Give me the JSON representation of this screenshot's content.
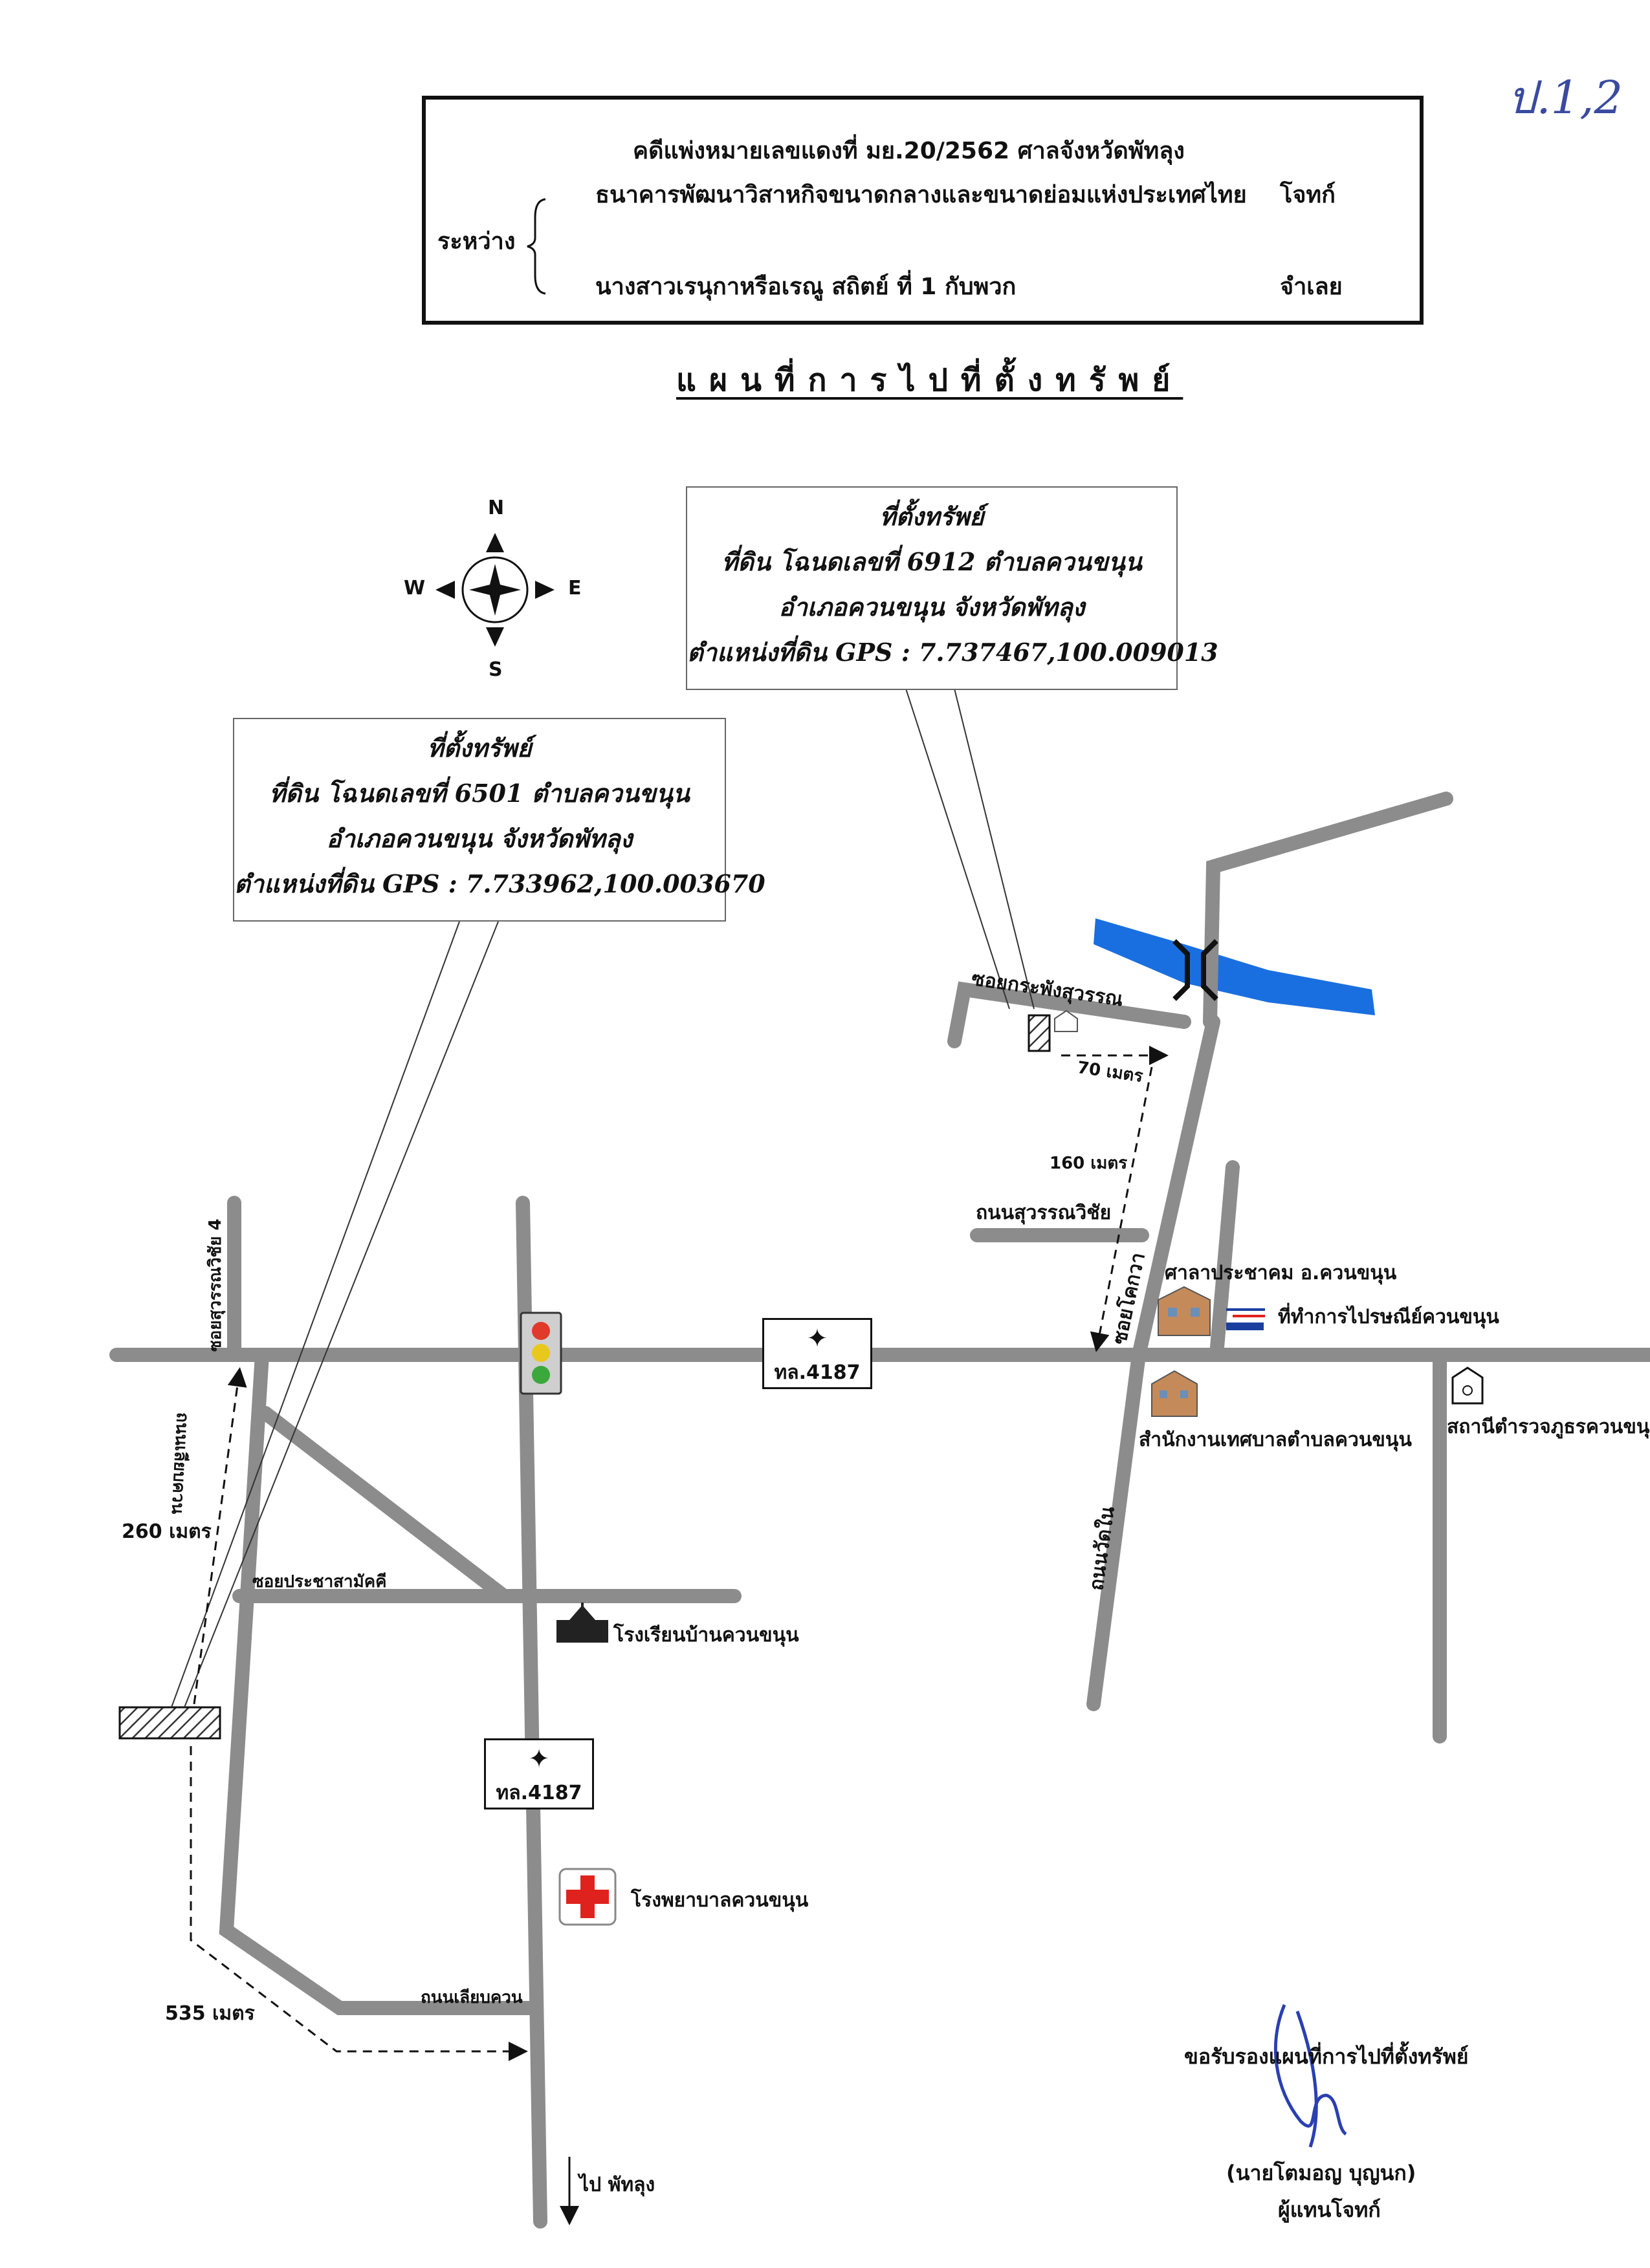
{
  "page_number": "ป.1,2",
  "header": {
    "case_line": "คดีแพ่งหมายเลขแดงที่  มย.20/2562   ศาลจังหวัดพัทลุง",
    "between_label": "ระหว่าง",
    "plaintiff_name": "ธนาคารพัฒนาวิสาหกิจขนาดกลางและขนาดย่อมแห่งประเทศไทย",
    "plaintiff_role": "โจทก์",
    "defendant_name": "นางสาวเรนุกาหรือเรณู  สถิตย์  ที่  1  กับพวก",
    "defendant_role": "จำเลย"
  },
  "map_title": "แผนที่การไปที่ตั้งทรัพย์",
  "compass": {
    "n": "N",
    "s": "S",
    "e": "E",
    "w": "W"
  },
  "callouts": {
    "plot_6912": {
      "line1": "ที่ตั้งทรัพย์",
      "line2": "ที่ดิน โฉนดเลขที่  6912  ตำบลควนขนุน",
      "line3": "อำเภอควนขนุน จังหวัดพัทลุง",
      "line4": "ตำแหน่งที่ดิน GPS : 7.737467,100.009013"
    },
    "plot_6501": {
      "line1": "ที่ตั้งทรัพย์",
      "line2": "ที่ดิน โฉนดเลขที่  6501  ตำบลควนขนุน",
      "line3": "อำเภอควนขนุน จังหวัดพัทลุง",
      "line4": "ตำแหน่งที่ดิน GPS : 7.733962,100.003670"
    }
  },
  "roads": {
    "soi_krapong": "ซอยกระพังสุวรรณ",
    "thanon_suwanwichai": "ถนนสุวรรณวิชัย",
    "soi_suwanwichai_4": "ซอยสุวรรณวิชัย 4",
    "soi_khokwa": "ซอยโคกวา",
    "thanon_wat_nai": "ถนนวัดใน",
    "thanon_liab_khuan_v": "ถนนเลียบควน",
    "soi_pracha_samakkhi": "ซอยประชาสามัคคี",
    "thanon_liab_khuan_h": "ถนนเลียบควน",
    "highway_sign_1": "ทล.4187",
    "highway_sign_2": "ทล.4187",
    "to_phatthalung": "ไป พัทลุง"
  },
  "distances": {
    "d70": "70 เมตร",
    "d160": "160 เมตร",
    "d260": "260 เมตร",
    "d535": "535 เมตร"
  },
  "landmarks": {
    "community_hall": "ศาลาประชาคม อ.ควนขนุน",
    "post_office": "ที่ทำการไปรษณีย์ควนขนุน",
    "municipal_office": "สำนักงานเทศบาลตำบลควนขนุน",
    "police_station": "สถานีตำรวจภูธรควนขนุน",
    "school": "โรงเรียนบ้านควนขนุน",
    "hospital": "โรงพยาบาลควนขนุน"
  },
  "signature": {
    "certify": "ขอรับรองแผนที่การไปที่ตั้งทรัพย์",
    "name": "(นายโตมอญ   บุญนก)",
    "role": "ผู้แทนโจทก์"
  },
  "colors": {
    "road": "#8c8c8c",
    "river": "#1a6fe0",
    "ink": "#111111",
    "pen": "#2a3fb0",
    "callout_border": "#666666"
  }
}
